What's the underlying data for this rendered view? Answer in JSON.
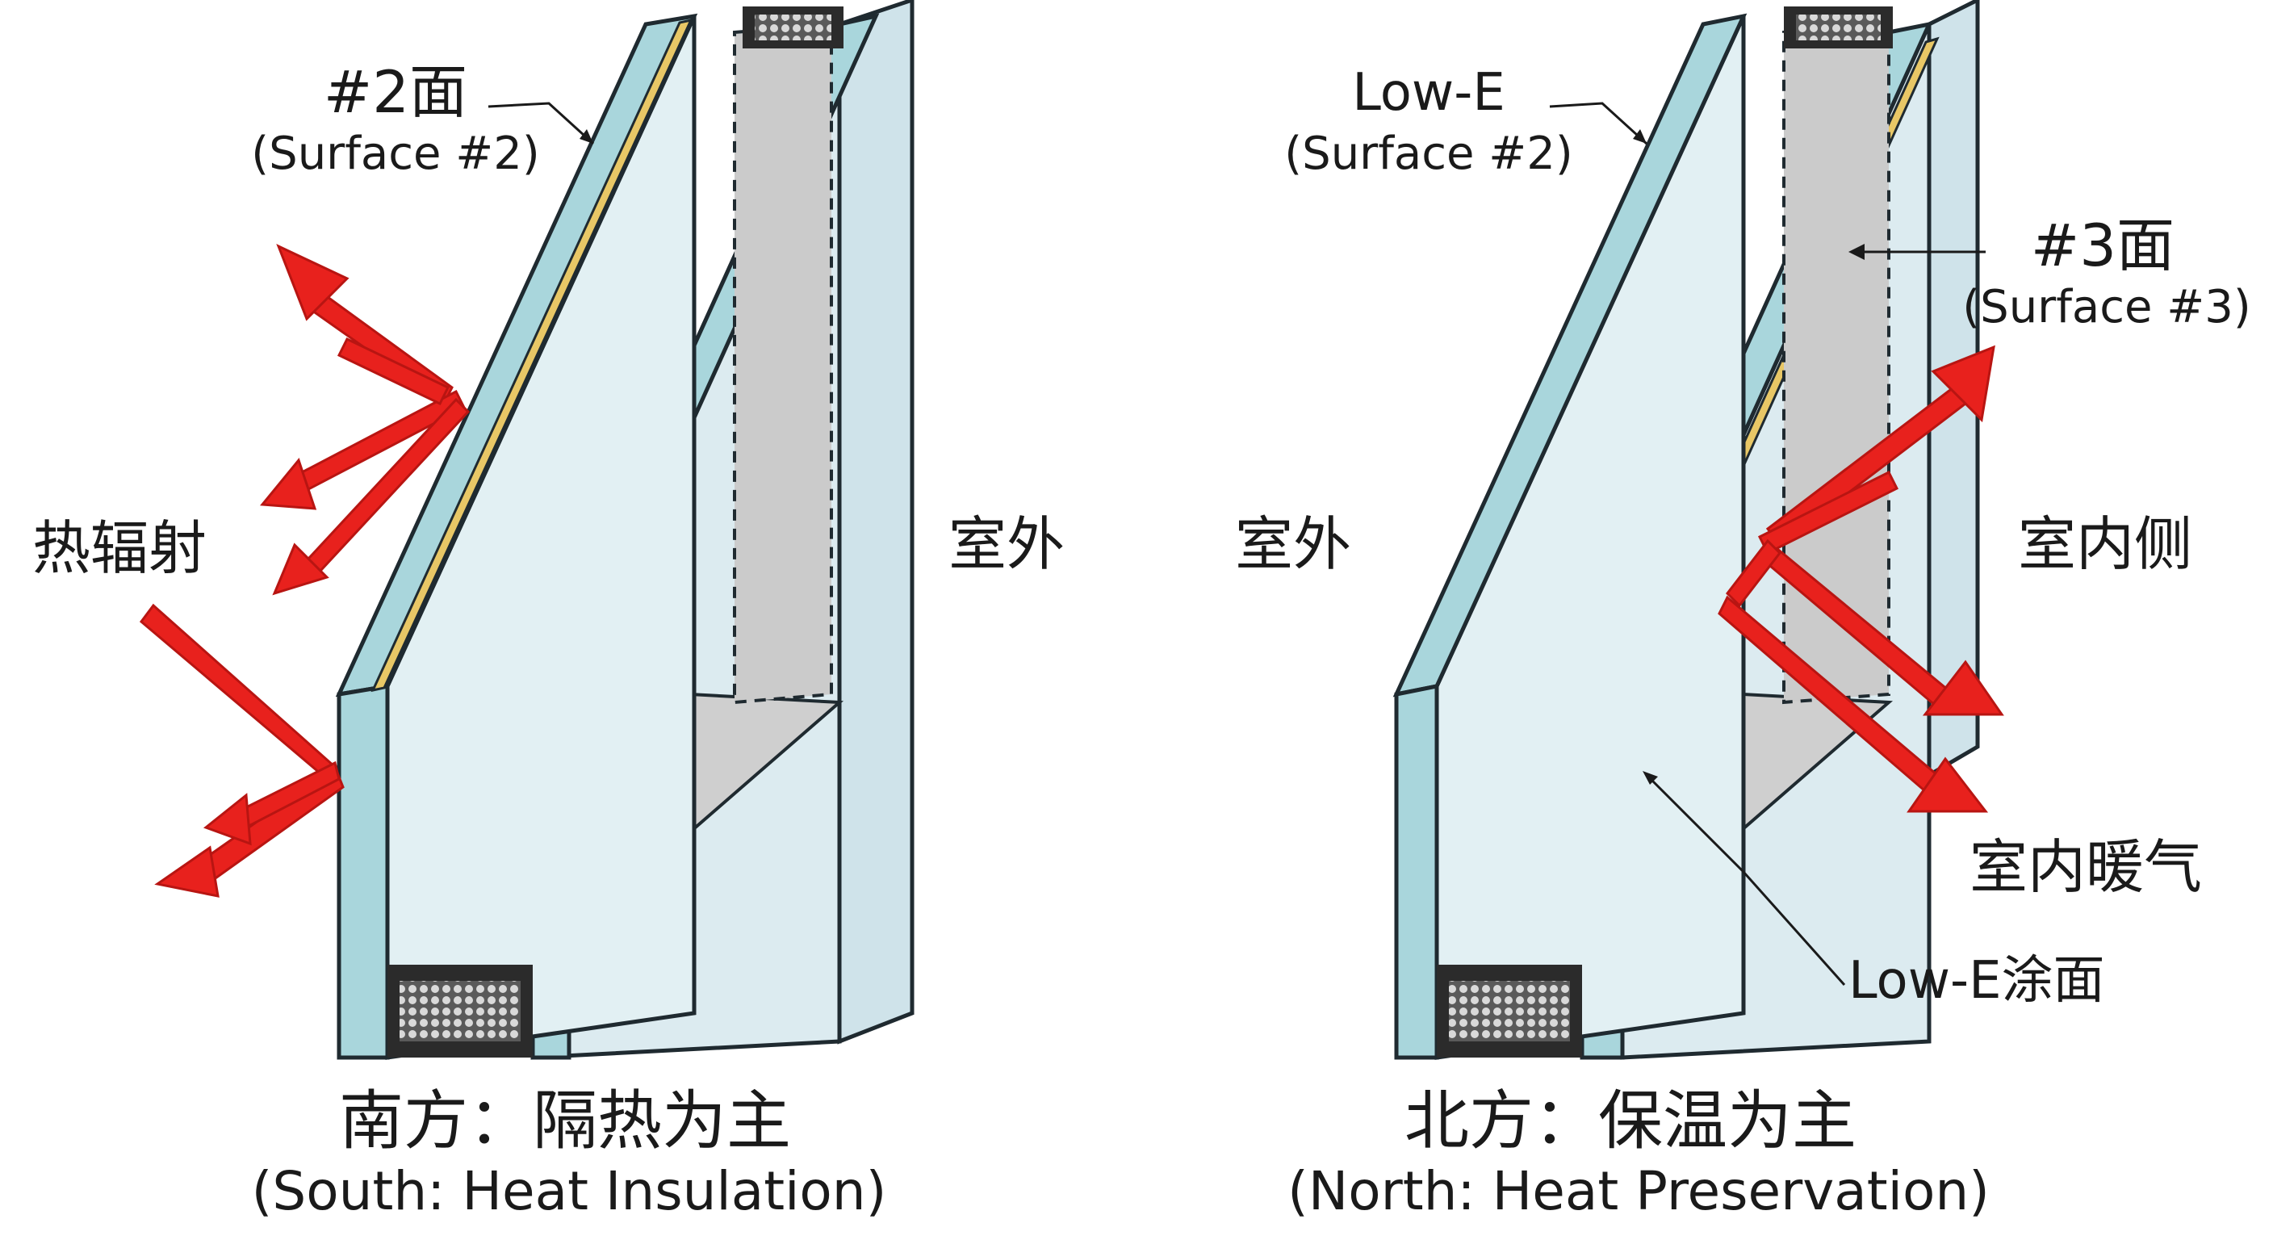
{
  "left": {
    "surface_label": "#2面",
    "surface_sublabel": "(Surface #2)",
    "radiation_label": "热辐射",
    "side_label": "室外",
    "caption_cn": "南方：隔热为主",
    "caption_en": "(South: Heat Insulation)"
  },
  "right": {
    "lowe_label": "Low-E",
    "lowe_sublabel": "(Surface #2)",
    "surface3_label": "#3面",
    "surface3_sublabel": "(Surface #3)",
    "outside_label": "室外",
    "inside_label": "室内侧",
    "warm_label": "室内暖气",
    "coating_label": "Low-E涂面",
    "caption_cn": "北方：保温为主",
    "caption_en": "(North: Heat Preservation)"
  },
  "colors": {
    "glass_face": "#dcebf0",
    "glass_edge": "#a9d6dc",
    "glass_outline": "#1f2a30",
    "coating": "#e8c766",
    "spacer": "#2b2b2b",
    "arrow": "#e8211d"
  }
}
